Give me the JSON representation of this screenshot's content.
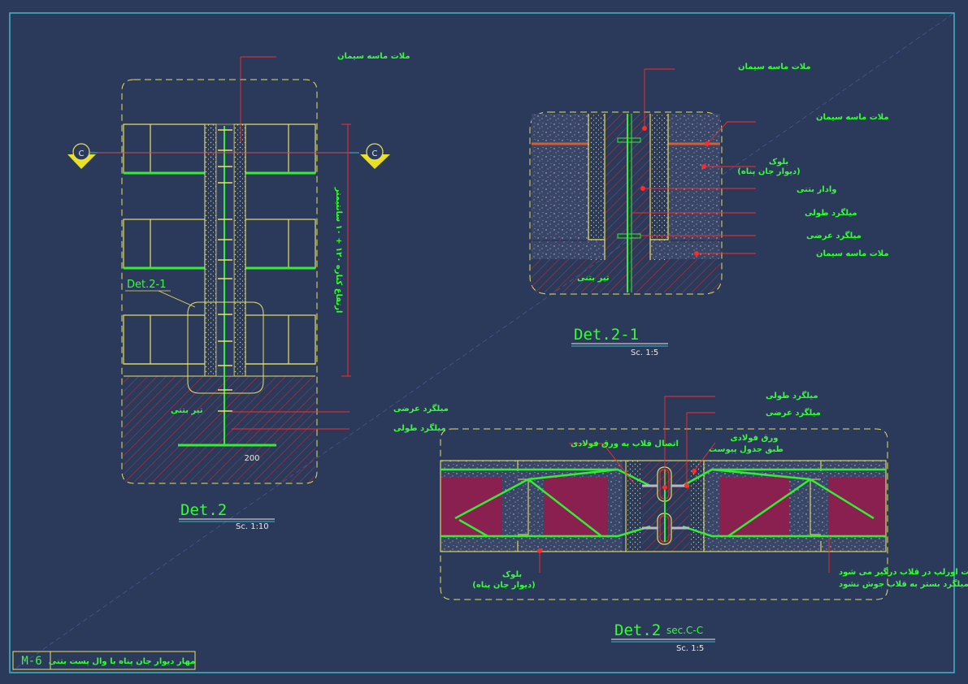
{
  "sheet": {
    "number": "M-6",
    "title": "مهار دیوار جان پناه با وال پست بتنی"
  },
  "section_marker": "C",
  "det2": {
    "title": "Det.2",
    "scale": "Sc. 1:10",
    "callout": "Det.2-1",
    "dim_text": "ارتفاع کناره ۱۲۰ + ۱۰ سانتیمتر",
    "dim_200": "200",
    "labels": {
      "mortar": "ملات ماسه سیمان",
      "beam": "تیر بتنی",
      "stirrup": "میلگرد عرضی",
      "long_bar": "میلگرد طولی"
    }
  },
  "det21": {
    "title": "Det.2-1",
    "scale": "Sc. 1:5",
    "labels": {
      "mortar_top": "ملات ماسه سیمان",
      "mortar_right": "ملات ماسه سیمان",
      "block_1": "بلوک",
      "block_2": "(دیوار جان پناه)",
      "concrete_post": "وادار بتنی",
      "long_bar": "میلگرد طولی",
      "stirrup": "میلگرد عرضی",
      "mortar_bottom": "ملات ماسه سیمان",
      "beam": "تیر بتنی"
    }
  },
  "det2c": {
    "title": "Det.2",
    "subtitle": "sec.C-C",
    "scale": "Sc. 1:5",
    "labels": {
      "long_bar": "میلگرد طولی",
      "stirrup": "میلگرد عرضی",
      "hook_joint": "اتصال قلاب به ورق فولادی",
      "steel_plate_1": "ورق فولادی",
      "steel_plate_2": "طبق جدول پیوست",
      "block_1": "بلوک",
      "block_2": "(دیوار جان پناه)",
      "note_1": "میلگرد بستر به صورت اورلپ در قلاب درگیر می شود",
      "note_2": "میلگرد بستر به قلاب جوش نشود"
    }
  },
  "colors": {
    "background": "#2b3a5a",
    "frame": "#3fb8c8",
    "outline": "#e8e060",
    "rebar": "#33ee33",
    "leader": "#ff2a2a",
    "masonry": "#8a2050"
  }
}
